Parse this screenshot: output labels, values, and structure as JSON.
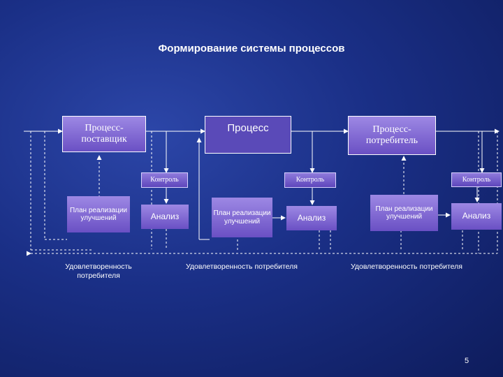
{
  "title": "Формирование системы процессов",
  "process_supplier": "Процесс-поставщик",
  "process": "Процесс",
  "process_consumer": "Процесс-потребитель",
  "control_1": "Контроль",
  "control_2": "Контроль",
  "control_3": "Контроль",
  "plan_1": "План реализации улучшений",
  "plan_2": "План реализации улучшений",
  "plan_3": "План реализации улучшений",
  "analysis_1": "Анализ",
  "analysis_2": "Анализ",
  "analysis_3": "Анализ",
  "satisfaction_1": "Удовлетворенность потребителя",
  "satisfaction_2": "Удовлетворенность потребителя",
  "satisfaction_3": "Удовлетворенность потребителя",
  "page_number": "5"
}
